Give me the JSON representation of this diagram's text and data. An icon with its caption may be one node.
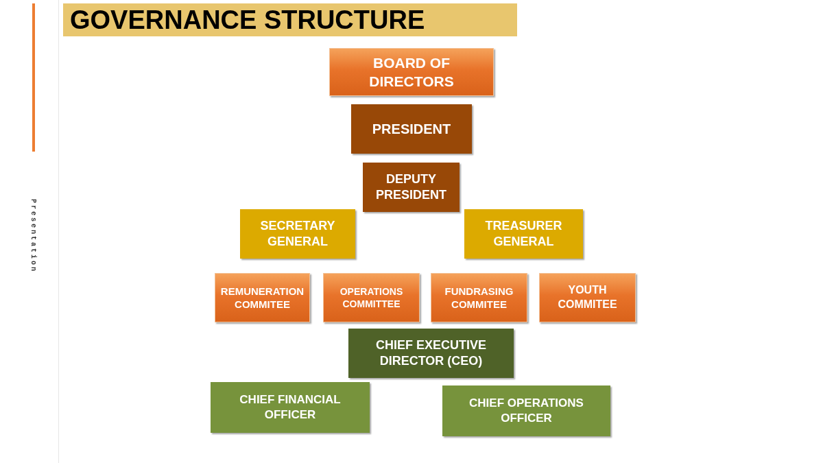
{
  "diagram": {
    "title": "GOVERNANCE STRUCTURE",
    "nodes": [
      {
        "text": [
          "BOARD OF DIRECTORS"
        ]
      },
      {
        "text": [
          "PRESIDENT"
        ]
      },
      {
        "text": [
          "DEPUTY PRESIDENT"
        ]
      },
      {
        "text": [
          "SECRETARY GENERAL"
        ]
      },
      {
        "text": [
          "TREASURER GENERAL"
        ]
      },
      {
        "text": [
          "REMUNERATION COMMITEE"
        ]
      },
      {
        "text": [
          "OPERATIONS COMMITTEE"
        ]
      },
      {
        "text": [
          "FUNDRASING COMMITEE"
        ]
      },
      {
        "text": [
          "YOUTH COMMITEE"
        ]
      },
      {
        "text": [
          "CHIEF EXECUTIVE DIRECTOR (CEO)"
        ]
      },
      {
        "text": [
          "CHIEF FINANCIAL OFFICER"
        ]
      },
      {
        "text": [
          "CHIEF OPERATIONS OFFICER"
        ]
      }
    ],
    "labels": [
      "Presentation"
    ]
  }
}
